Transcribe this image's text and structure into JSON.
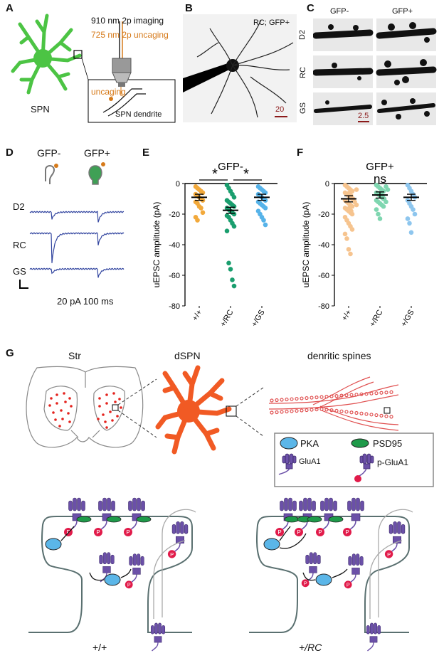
{
  "panel_labels": {
    "A": "A",
    "B": "B",
    "C": "C",
    "D": "D",
    "E": "E",
    "F": "F",
    "G": "G"
  },
  "panelA": {
    "imaging": "910 nm 2p imaging",
    "uncaging_laser": "725 nm 2p uncaging",
    "uncaging": "uncaging",
    "dendrite": "SPN dendrite",
    "cell": "SPN",
    "colors": {
      "neuron": "#4cc444",
      "laser": "#d67a1a"
    }
  },
  "panelB": {
    "label": "RC; GFP+",
    "scale": "20"
  },
  "panelC": {
    "col1": "GFP-",
    "col2": "GFP+",
    "rows": [
      "D2",
      "RC",
      "GS"
    ],
    "scale": "2.5"
  },
  "panelD": {
    "col1": "GFP-",
    "col2": "GFP+",
    "rows": [
      "D2",
      "RC",
      "GS"
    ],
    "scale": "20 pA 100 ms",
    "colors": {
      "trace": "#3346a0"
    }
  },
  "chart_data": [
    {
      "type": "scatter",
      "title": "GFP-",
      "ylabel": "uEPSC amplitude (pA)",
      "ylim": [
        -80,
        0
      ],
      "yticks": [
        "0",
        "-20",
        "-40",
        "-60",
        "-80"
      ],
      "categories": [
        "+/+",
        "+/RC",
        "+/GS"
      ],
      "significance": [
        "*",
        "*"
      ],
      "means": [
        -9,
        -17.5,
        -9
      ],
      "colors": [
        "#f2a93b",
        "#1a9e6e",
        "#56b3e9"
      ],
      "series": [
        {
          "values": [
            -2,
            -3,
            -4,
            -5,
            -6,
            -7,
            -8,
            -9,
            -10,
            -11,
            -12,
            -13,
            -15,
            -16,
            -19,
            -22,
            -24
          ]
        },
        {
          "values": [
            -1,
            -3,
            -5,
            -7,
            -9,
            -11,
            -12,
            -13,
            -14,
            -15,
            -16,
            -17,
            -18,
            -19,
            -20,
            -21,
            -22,
            -24,
            -26,
            -28,
            -31,
            -52,
            -56,
            -63,
            -67
          ]
        },
        {
          "values": [
            -2,
            -3,
            -4,
            -5,
            -6,
            -7,
            -8,
            -9,
            -10,
            -11,
            -12,
            -13,
            -14,
            -15,
            -16,
            -18,
            -20,
            -22,
            -24,
            -27
          ]
        }
      ]
    },
    {
      "type": "scatter",
      "title": "GFP+",
      "ylabel": "uEPSC amplitude (pA)",
      "ylim": [
        -80,
        0
      ],
      "yticks": [
        "0",
        "-20",
        "-40",
        "-60",
        "-80"
      ],
      "categories": [
        "+/+",
        "+/RC",
        "+/GS"
      ],
      "significance": [
        "ns"
      ],
      "means": [
        -10,
        -7.5,
        -9
      ],
      "colors": [
        "#f6c48f",
        "#7fd6b0",
        "#8ec6ee"
      ],
      "series": [
        {
          "values": [
            -1,
            -2,
            -3,
            -4,
            -5,
            -6,
            -7,
            -8,
            -9,
            -10,
            -11,
            -12,
            -13,
            -14,
            -15,
            -16,
            -17,
            -18,
            -19,
            -20,
            -22,
            -24,
            -26,
            -28,
            -30,
            -33,
            -36,
            -43,
            -46,
            -4,
            -6,
            -8,
            -10,
            -12,
            -14,
            -16,
            -18
          ]
        },
        {
          "values": [
            -1,
            -2,
            -3,
            -4,
            -5,
            -6,
            -7,
            -8,
            -9,
            -10,
            -11,
            -12,
            -13,
            -14,
            -15,
            -17,
            -20,
            -23,
            -2,
            -4,
            -6,
            -8,
            -10,
            -12
          ]
        },
        {
          "values": [
            -1,
            -3,
            -5,
            -7,
            -9,
            -11,
            -13,
            -15,
            -17,
            -20,
            -23,
            -26,
            -32
          ]
        }
      ]
    }
  ],
  "panelG": {
    "str": "Str",
    "dspn": "dSPN",
    "spines": "denritic spines",
    "legend": {
      "pka": "PKA",
      "psd95": "PSD95",
      "glua1": "GluA1",
      "pglua1": "p-GluA1",
      "p": "P"
    },
    "geno_left": "+/+",
    "geno_right": "+/RC",
    "colors": {
      "dspn": "#f15a24",
      "receptor": "#6b50a8",
      "pka": "#5bb6e8",
      "psd95": "#1f9a4a",
      "phospho": "#e11b4a",
      "dots": "#e4231e"
    }
  }
}
